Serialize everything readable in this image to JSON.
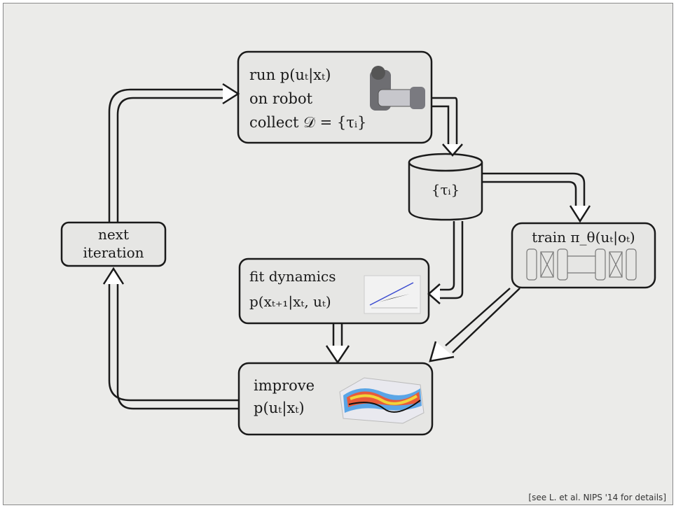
{
  "diagram": {
    "run_node": {
      "line1": "run p(uₜ|xₜ)",
      "line2": "on robot",
      "line3": "collect 𝒟 = {τᵢ}"
    },
    "data_store": {
      "label": "{τᵢ}"
    },
    "train_node": {
      "label": "train π_θ(uₜ|oₜ)"
    },
    "next_node": {
      "line1": "next",
      "line2": "iteration"
    },
    "fit_node": {
      "line1": "fit dynamics",
      "line2": "p(xₜ₊₁|xₜ, uₜ)"
    },
    "improve_node": {
      "line1": "improve",
      "line2": "p(uₜ|xₜ)"
    }
  },
  "footnote": "[see L. et al. NIPS '14 for details]",
  "colors": {
    "background": "#ebebe9",
    "box_fill": "#e6e6e4",
    "stroke": "#1a1a1a"
  }
}
